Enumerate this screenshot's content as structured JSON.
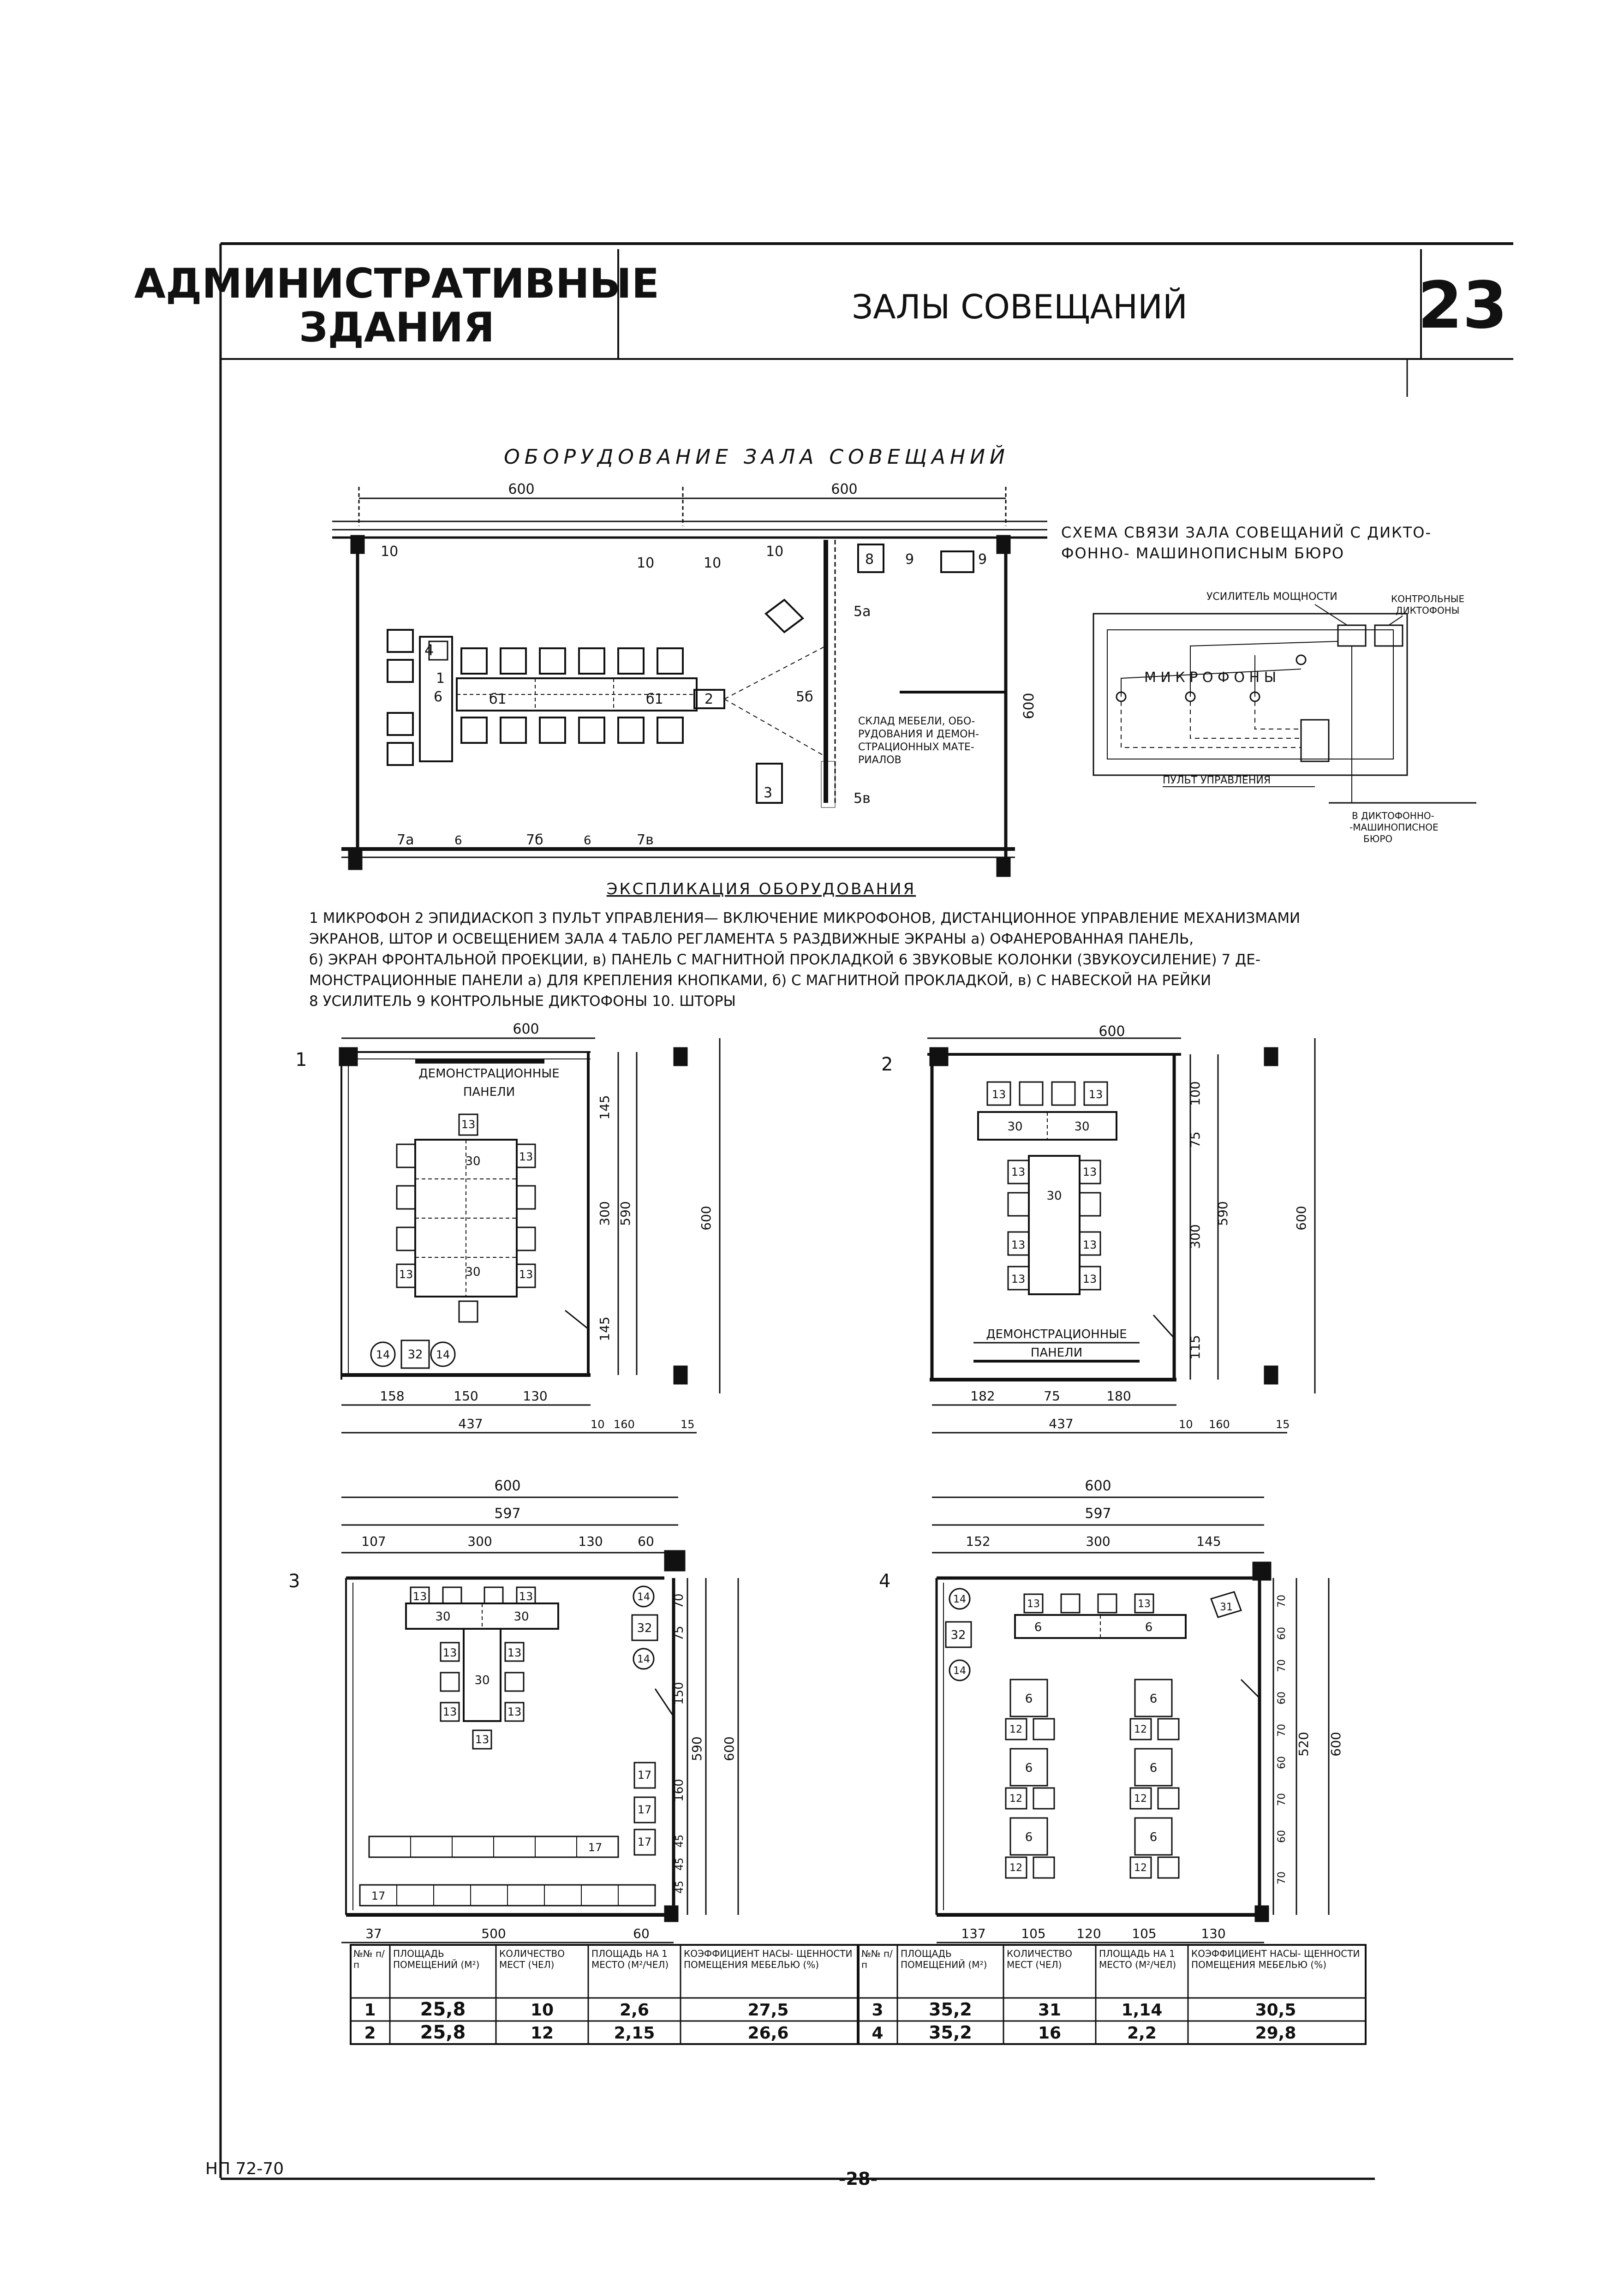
{
  "header": {
    "series_line1": "АДМИНИСТРАТИВНЫЕ",
    "series_line2": "ЗДАНИЯ",
    "title": "ЗАЛЫ СОВЕЩАНИЙ",
    "sheet_number": "23"
  },
  "equipment_plan": {
    "title": "ОБОРУДОВАНИЕ ЗАЛА СОВЕЩАНИЙ",
    "dims": [
      "600",
      "600",
      "600"
    ],
    "labels": [
      "10",
      "10",
      "10",
      "10",
      "8",
      "9",
      "9",
      "5а",
      "4",
      "1",
      "6",
      "б1",
      "б1",
      "2",
      "5б",
      "3",
      "5в",
      "7а",
      "6",
      "7б",
      "6",
      "7в"
    ],
    "storage_note": "СКЛАД МЕБЕЛИ, ОБО- РУДОВАНИЯ И ДЕМОН- СТРАЦИОННЫХ МАТЕ- РИАЛОВ"
  },
  "scheme": {
    "title_line1": "СХЕМА СВЯЗИ ЗАЛА СОВЕЩАНИЙ С ДИКТО-",
    "title_line2": "ФОННО- МАШИНОПИСНЫМ БЮРО",
    "amplifier": "УСИЛИТЕЛЬ МОЩНОСТИ",
    "control_dictaphones_1": "КОНТРОЛЬНЫЕ",
    "control_dictaphones_2": "ДИКТОФОНЫ",
    "microphones": "М И К Р О Ф О Н Ы",
    "control_panel": "ПУЛЬТ УПРАВЛЕНИЯ",
    "to_bureau_1": "В ДИКТОФОННО-",
    "to_bureau_2": "-МАШИНОПИСНОЕ",
    "to_bureau_3": "БЮРО"
  },
  "explication": {
    "title": "ЭКСПЛИКАЦИЯ ОБОРУДОВАНИЯ",
    "lines": [
      "1 МИКРОФОН  2 ЭПИДИАСКОП  3 ПУЛЬТ УПРАВЛЕНИЯ— ВКЛЮЧЕНИЕ МИКРОФОНОВ, ДИСТАНЦИОННОЕ УПРАВЛЕНИЕ МЕХАНИЗМАМИ",
      "ЭКРАНОВ, ШТОР И ОСВЕЩЕНИЕМ ЗАЛА   4 ТАБЛО РЕГЛАМЕНТА   5 РАЗДВИЖНЫЕ ЭКРАНЫ а) ОФАНЕРОВАННАЯ ПАНЕЛЬ,",
      "б) ЭКРАН ФРОНТАЛЬНОЙ ПРОЕКЦИИ, в) ПАНЕЛЬ С МАГНИТНОЙ ПРОКЛАДКОЙ   6 ЗВУКОВЫЕ КОЛОНКИ (ЗВУКОУСИЛЕНИЕ)   7 ДЕ-",
      "МОНСТРАЦИОННЫЕ ПАНЕЛИ а) ДЛЯ КРЕПЛЕНИЯ КНОПКАМИ, б) С МАГНИТНОЙ ПРОКЛАДКОЙ, в) С НАВЕСКОЙ НА РЕЙКИ",
      "8 УСИЛИТЕЛЬ   9 КОНТРОЛЬНЫЕ ДИКТОФОНЫ  10. ШТОРЫ"
    ]
  },
  "plan1": {
    "num": "1",
    "demo_1": "ДЕМОНСТРАЦИОННЫЕ",
    "demo_2": "ПАНЕЛИ",
    "top_dim": "600",
    "dims_right": [
      "145",
      "300",
      "145",
      "590",
      "600"
    ],
    "dims_bottom": [
      "158",
      "150",
      "130",
      "437",
      "10",
      "160",
      "15"
    ],
    "labels": [
      "13",
      "30",
      "13",
      "13",
      "30",
      "13",
      "14",
      "32",
      "14"
    ]
  },
  "plan2": {
    "num": "2",
    "demo_1": "ДЕМОНСТРАЦИОННЫЕ",
    "demo_2": "ПАНЕЛИ",
    "top_dim": "600",
    "dims_right": [
      "100",
      "75",
      "300",
      "115",
      "590",
      "600"
    ],
    "dims_bottom": [
      "182",
      "75",
      "180",
      "437",
      "10",
      "160",
      "15"
    ],
    "labels": [
      "13",
      "13",
      "30",
      "30",
      "13",
      "13",
      "30",
      "13",
      "13",
      "13",
      "13"
    ]
  },
  "plan3": {
    "num": "3",
    "dims_top": [
      "600",
      "597",
      "107",
      "300",
      "130",
      "60"
    ],
    "dims_right": [
      "70",
      "75",
      "150",
      "160",
      "45",
      "45",
      "45",
      "590",
      "600"
    ],
    "dims_bottom": [
      "37",
      "500",
      "60"
    ],
    "labels": [
      "13",
      "13",
      "30",
      "30",
      "13",
      "13",
      "30",
      "13",
      "13",
      "13",
      "14",
      "32",
      "14",
      "17",
      "17",
      "17",
      "17",
      "17"
    ]
  },
  "plan4": {
    "num": "4",
    "dims_top": [
      "600",
      "597",
      "152",
      "300",
      "145"
    ],
    "dims_right": [
      "70",
      "60",
      "70",
      "60",
      "70",
      "60",
      "70",
      "60",
      "70",
      "520",
      "600"
    ],
    "dims_bottom": [
      "137",
      "105",
      "120",
      "105",
      "130"
    ],
    "labels": [
      "14",
      "32",
      "14",
      "13",
      "13",
      "6",
      "6",
      "31",
      "6",
      "6",
      "12",
      "12",
      "6",
      "6",
      "12",
      "12",
      "6",
      "6",
      "12",
      "12"
    ]
  },
  "table": {
    "headers": [
      "№№ п/п",
      "ПЛОЩАДЬ ПОМЕЩЕНИЙ (М²)",
      "КОЛИЧЕСТВО МЕСТ (ЧЕЛ)",
      "ПЛОЩАДЬ НА 1 МЕСТО (М²/ЧЕЛ)",
      "КОЭФФИЦИЕНТ НАСЫ- ЩЕННОСТИ ПОМЕЩЕНИЯ МЕБЕЛЬЮ (%)"
    ],
    "rows_left": [
      [
        "1",
        "25,8",
        "10",
        "2,6",
        "27,5"
      ],
      [
        "2",
        "25,8",
        "12",
        "2,15",
        "26,6"
      ]
    ],
    "rows_right": [
      [
        "3",
        "35,2",
        "31",
        "1,14",
        "30,5"
      ],
      [
        "4",
        "35,2",
        "16",
        "2,2",
        "29,8"
      ]
    ]
  },
  "footer": {
    "code": "НП 72-70",
    "page": "-28-"
  }
}
